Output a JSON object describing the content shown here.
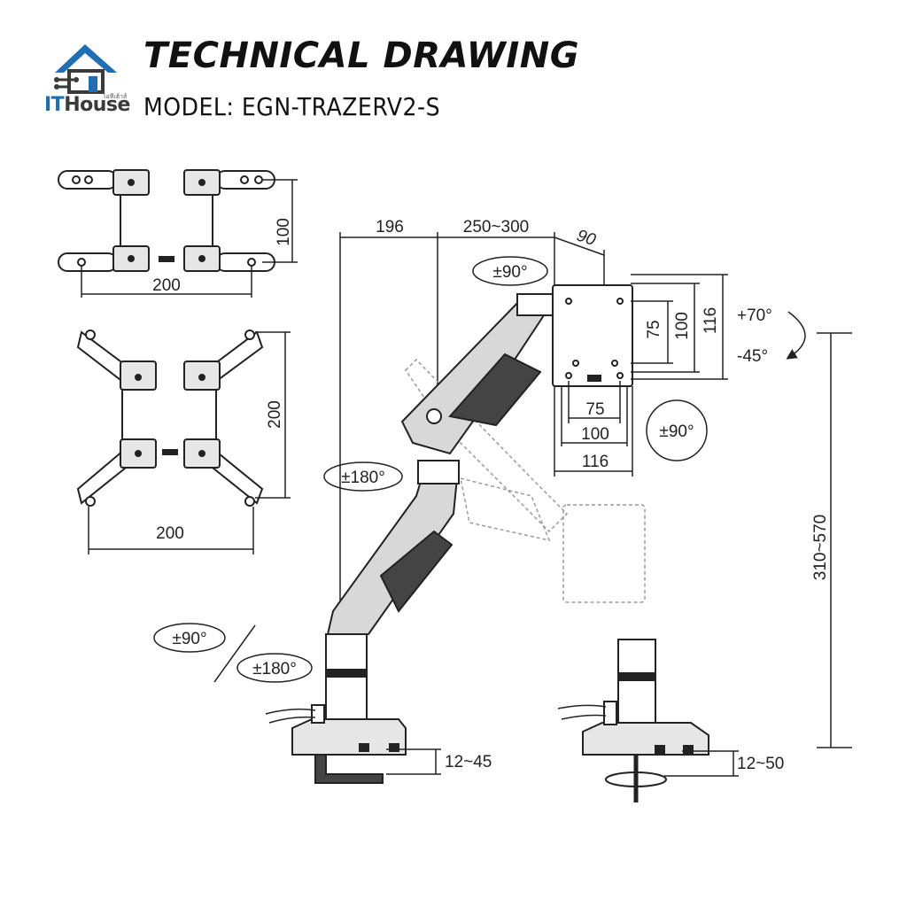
{
  "header": {
    "title": "TECHNICAL DRAWING",
    "model": "MODEL: EGN-TRAZERV2-S",
    "logo_text_it": "IT",
    "logo_text_house": "House",
    "logo_tagline": "ไอทีเฮ้าส์"
  },
  "colors": {
    "brand_blue": "#1f6fb5",
    "line": "#222222",
    "ghost": "#9a9a9a",
    "arm_fill": "#d8d8d8"
  },
  "plates": {
    "top_height": "100",
    "top_width": "200",
    "bottom_height": "200",
    "bottom_width": "200"
  },
  "arm": {
    "dim_196": "196",
    "dim_reach": "250~300",
    "dim_90": "90",
    "rot_top": "±90°",
    "rot_elbow": "±180°",
    "vesa_75": "75",
    "vesa_100": "100",
    "vesa_116": "116",
    "vesa_75_h": "75",
    "vesa_100_h": "100",
    "vesa_116_h": "116",
    "tilt_up": "+70°",
    "tilt_down": "-45°",
    "rot_plate": "±90°",
    "height_range": "310~570",
    "base_rot_90": "±90°",
    "base_rot_180": "±180°",
    "clamp_range": "12~45",
    "grommet_range": "12~50"
  }
}
